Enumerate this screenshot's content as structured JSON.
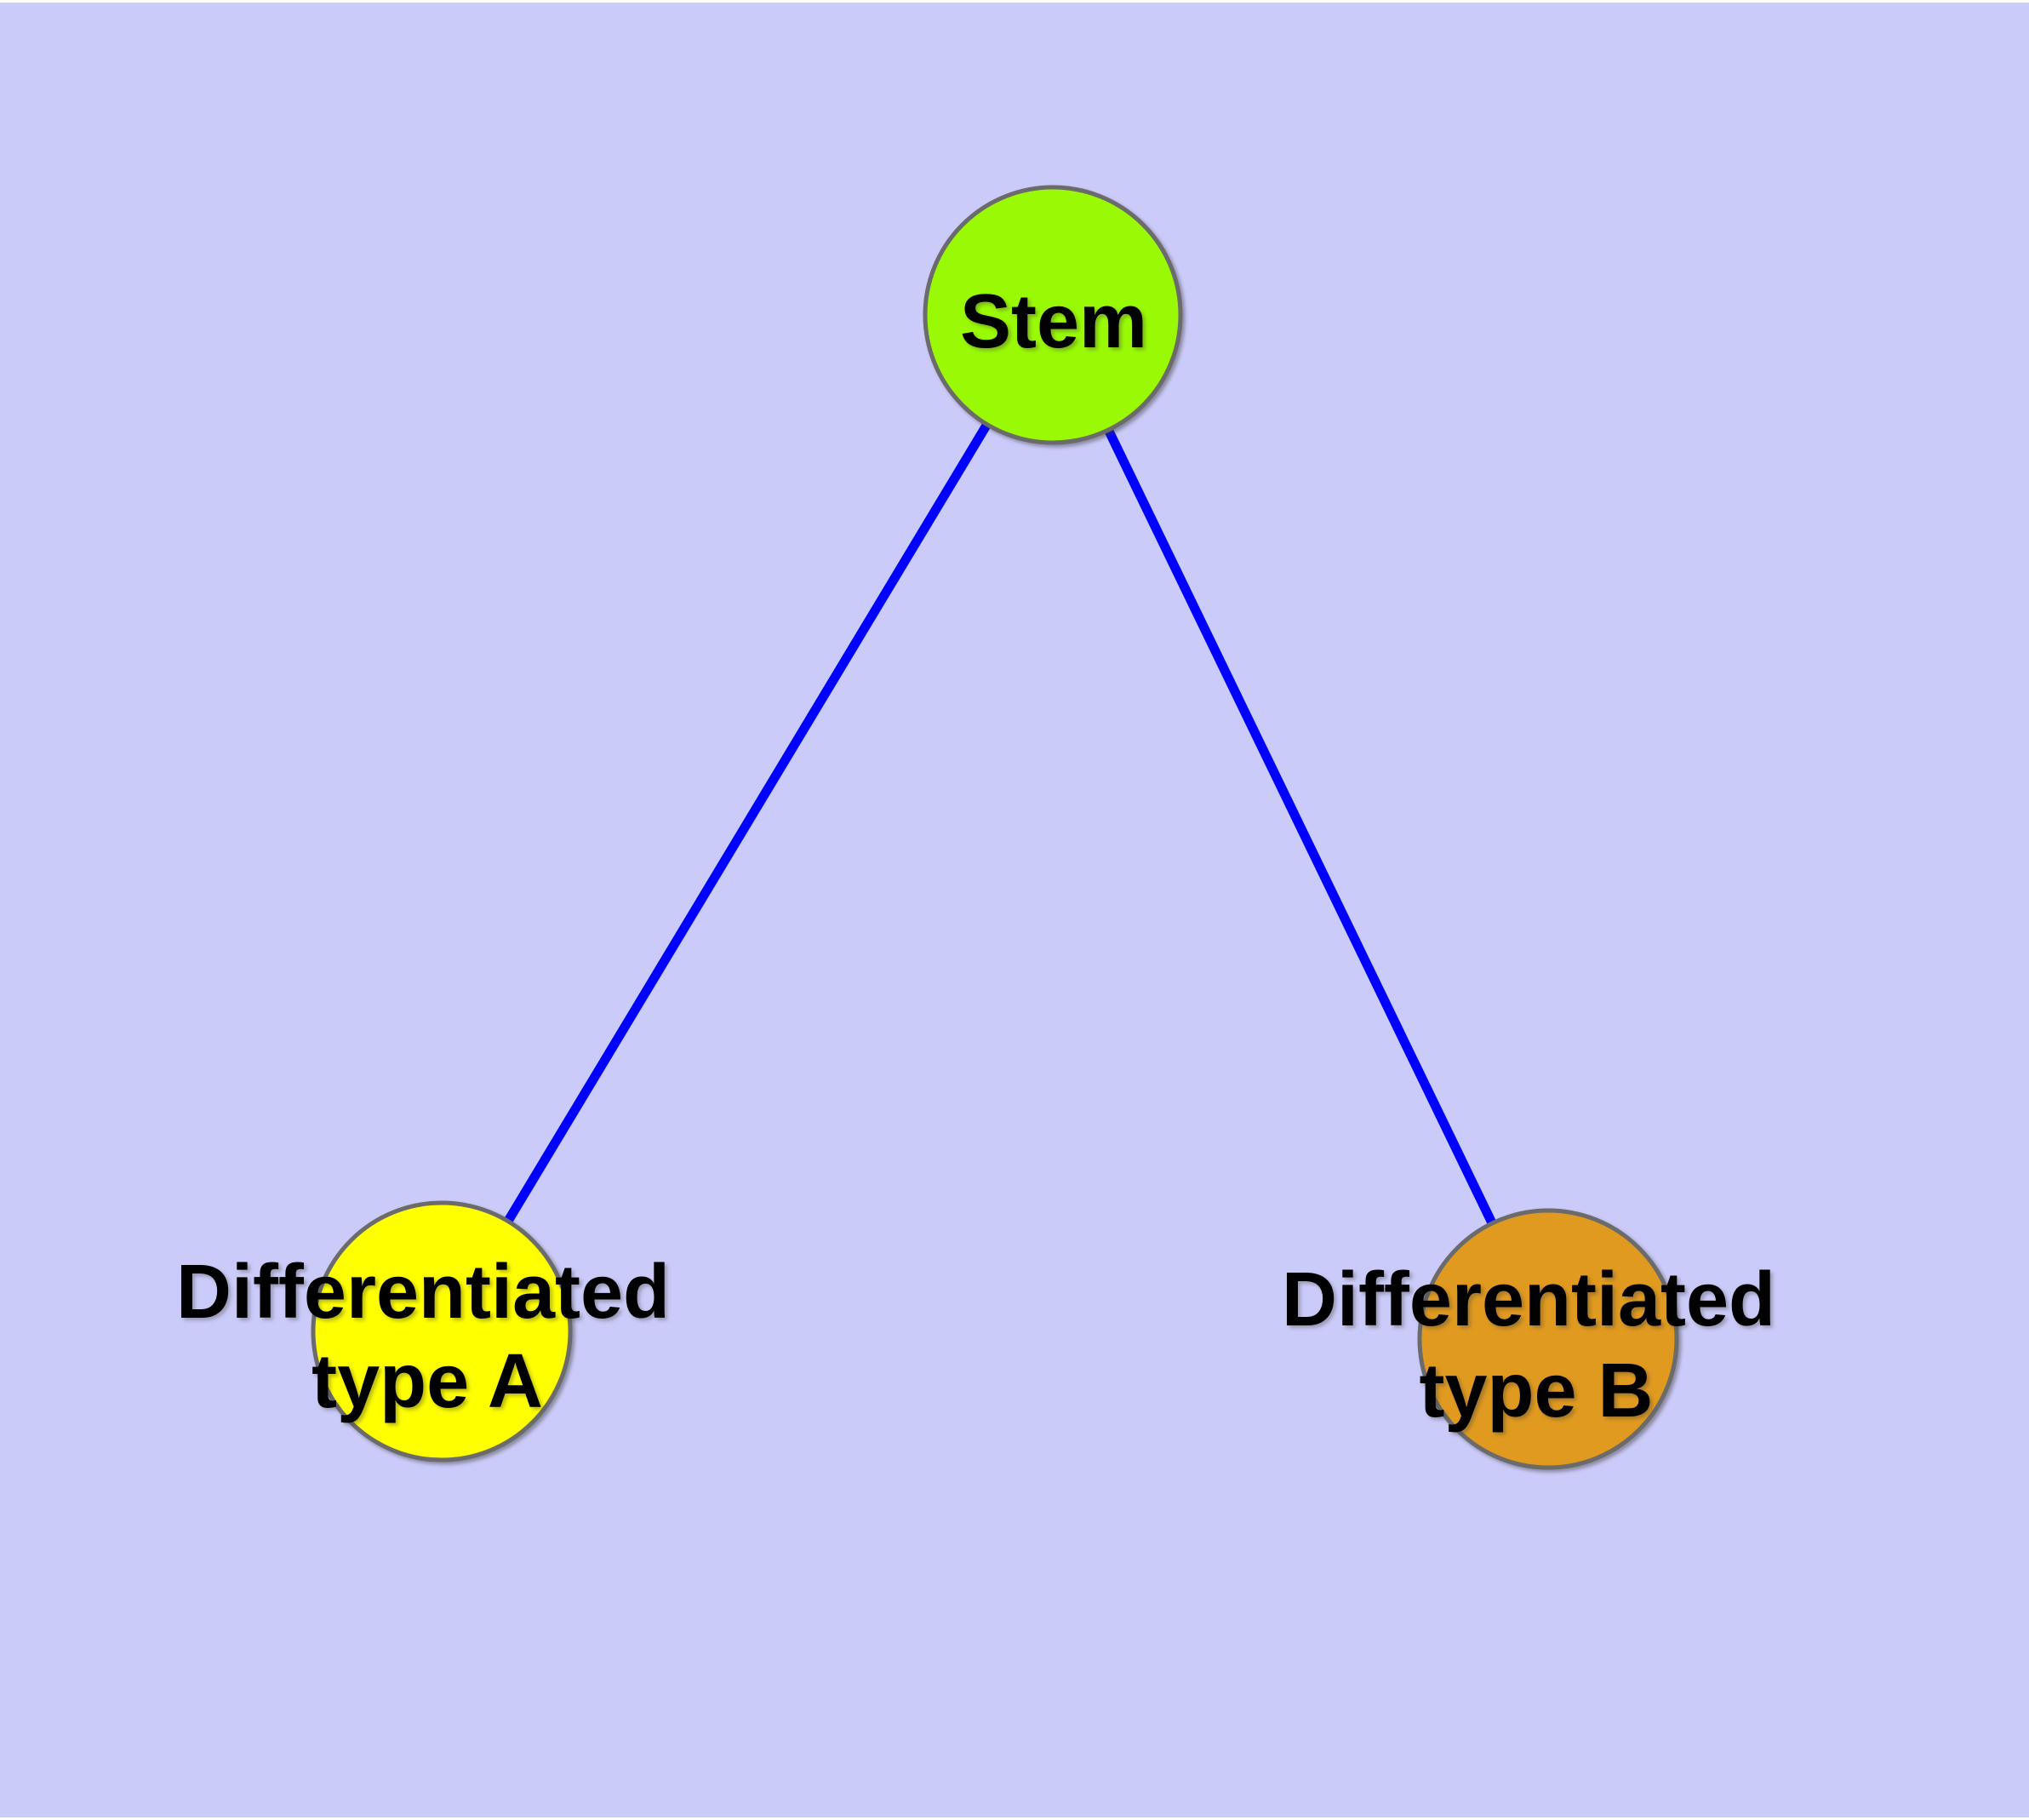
{
  "diagram": {
    "type": "graph",
    "background_color": "#CBCBF9",
    "edge_color": "#0000FF",
    "node_border_color": "#6B6B6B",
    "label_color": "#000000",
    "nodes": {
      "stem": {
        "label": "Stem",
        "fill": "#9AFA05"
      },
      "type_a": {
        "line1": "Differentiated",
        "line2": "type A",
        "fill": "#FFFF00"
      },
      "type_b": {
        "line1": "Differentiated",
        "line2": "type B",
        "fill": "#E09A20"
      }
    },
    "edges": [
      {
        "from": "stem",
        "to": "type_a"
      },
      {
        "from": "stem",
        "to": "type_b"
      }
    ]
  }
}
